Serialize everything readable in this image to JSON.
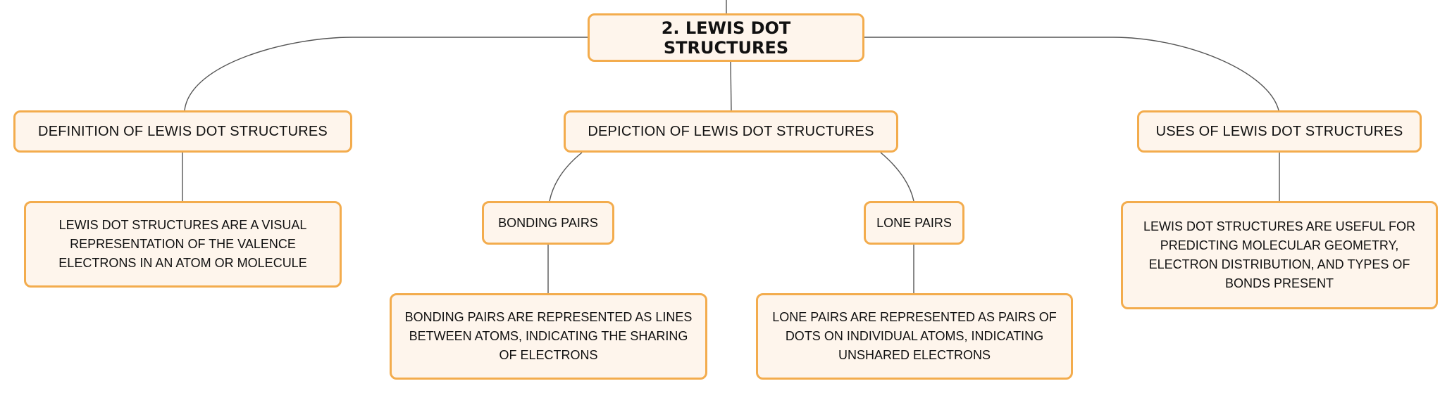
{
  "diagram": {
    "root": {
      "label": "2. LEWIS DOT STRUCTURES"
    },
    "definition": {
      "label": "DEFINITION OF LEWIS DOT STRUCTURES",
      "detail": "LEWIS DOT STRUCTURES ARE A VISUAL REPRESENTATION OF THE VALENCE ELECTRONS IN AN ATOM OR MOLECULE"
    },
    "depiction": {
      "label": "DEPICTION OF LEWIS DOT STRUCTURES",
      "bonding": {
        "label": "BONDING PAIRS",
        "detail": "BONDING PAIRS ARE REPRESENTED AS LINES BETWEEN ATOMS, INDICATING THE SHARING OF ELECTRONS"
      },
      "lone": {
        "label": "LONE PAIRS",
        "detail": "LONE PAIRS ARE REPRESENTED AS PAIRS OF DOTS ON INDIVIDUAL ATOMS, INDICATING UNSHARED ELECTRONS"
      }
    },
    "uses": {
      "label": "USES OF LEWIS DOT STRUCTURES",
      "detail": "LEWIS DOT STRUCTURES ARE USEFUL FOR PREDICTING MOLECULAR GEOMETRY, ELECTRON DISTRIBUTION, AND TYPES OF BONDS PRESENT"
    }
  },
  "colors": {
    "node_fill": "#fef5ec",
    "node_border": "#f3ac4d",
    "connector": "#555555",
    "text": "#111111"
  }
}
